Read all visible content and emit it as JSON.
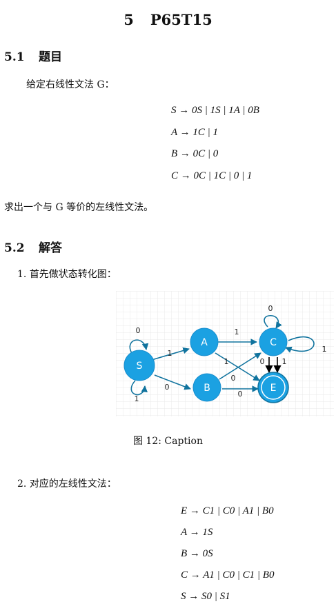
{
  "title": {
    "number": "5",
    "text": "P65T15"
  },
  "section1": {
    "number": "5.1",
    "heading": "题目"
  },
  "problem": {
    "intro": "给定右线性文法 G：",
    "grammar": [
      "S → 0S | 1S | 1A | 0B",
      "A → 1C | 1",
      "B → 0C | 0",
      "C → 0C | 1C | 0 | 1"
    ],
    "question": "求出一个与 G 等价的左线性文法。"
  },
  "section2": {
    "number": "5.2",
    "heading": "解答"
  },
  "steps": [
    {
      "number": "1.",
      "text": "首先做状态转化图："
    },
    {
      "number": "2.",
      "text": "对应的左线性文法："
    }
  ],
  "figure": {
    "caption": "图 12: Caption",
    "nodes": [
      "S",
      "A",
      "B",
      "C",
      "E"
    ],
    "edge_labels": {
      "S_S_top": "0",
      "S_S_bottom": "1",
      "S_A": "1",
      "S_B": "0",
      "A_C": "1",
      "A_E": "1",
      "B_C": "0",
      "B_E": "0",
      "C_C_top": "0",
      "C_C_right": "1",
      "C_E_0": "0",
      "C_E_1": "1"
    },
    "colors": {
      "node": "#1ba1e2",
      "edge": "#10739e",
      "grid": "#e6e6e6"
    }
  },
  "answer": {
    "grammar": [
      "E → C1 | C0 | A1 | B0",
      "A → 1S",
      "B → 0S",
      "C → A1 | C0 | C1 | B0",
      "S → S0 | S1"
    ]
  }
}
